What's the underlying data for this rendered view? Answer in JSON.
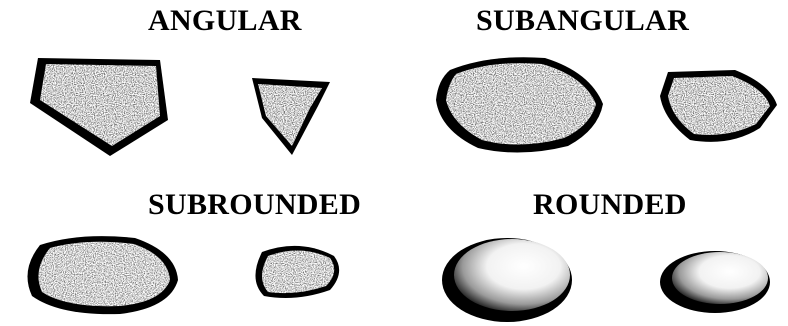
{
  "categories": [
    {
      "key": "angular",
      "label": "ANGULAR"
    },
    {
      "key": "subangular",
      "label": "SUBANGULAR"
    },
    {
      "key": "subrounded",
      "label": "SUBROUNDED"
    },
    {
      "key": "rounded",
      "label": "ROUNDED"
    }
  ],
  "colors": {
    "ink": "#000000",
    "paper": "#ffffff",
    "speckle": "#8a8a8a"
  }
}
